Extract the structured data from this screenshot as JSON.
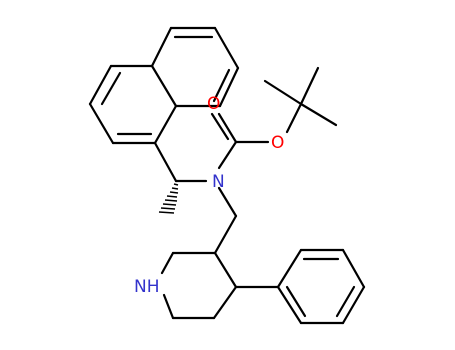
{
  "structure": {
    "atoms": {
      "o_carbonyl": {
        "symbol": "O",
        "color": "#ff0000"
      },
      "o_ester": {
        "symbol": "O",
        "color": "#ff0000"
      },
      "n_amide": {
        "symbol": "N",
        "color": "#3333cc"
      },
      "n_piperidine": {
        "symbol": "NH",
        "color": "#3333cc"
      }
    },
    "bond_color": "#000000",
    "background": "#ffffff"
  }
}
